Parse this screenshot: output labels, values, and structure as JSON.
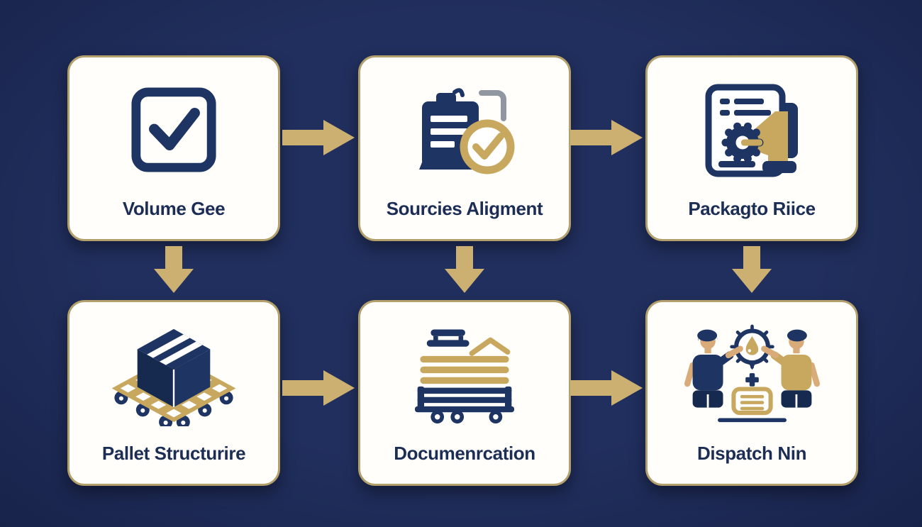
{
  "palette": {
    "background": "#212f5e",
    "background_edge": "#18234a",
    "card_bg": "#fffefa",
    "card_border": "#b3a06a",
    "navy": "#1e3463",
    "navy_dark": "#16294f",
    "gold": "#c7a85e",
    "arrow_gold": "#ccb071",
    "skin": "#d9ab79",
    "gray": "#9097a1",
    "text": "#1c2e55"
  },
  "cards": [
    {
      "label": "Volume Gee",
      "icon": "checkbox-check-icon"
    },
    {
      "label": "Sourcies Aligment",
      "icon": "clipboard-check-icon"
    },
    {
      "label": "Packagto Riice",
      "icon": "document-gear-icon"
    },
    {
      "label": "Pallet Structurire",
      "icon": "pallet-box-icon"
    },
    {
      "label": "Documenrcation",
      "icon": "cargo-cart-icon"
    },
    {
      "label": "Dispatch Nin",
      "icon": "people-handover-icon"
    }
  ],
  "arrows": [
    {
      "direction": "right",
      "from": "Volume Gee",
      "to": "Sourcies Aligment"
    },
    {
      "direction": "right",
      "from": "Sourcies Aligment",
      "to": "Packagto Riice"
    },
    {
      "direction": "down",
      "from": "Volume Gee",
      "to": "Pallet Structurire"
    },
    {
      "direction": "down",
      "from": "Sourcies Aligment",
      "to": "Documenrcation"
    },
    {
      "direction": "down",
      "from": "Packagto Riice",
      "to": "Dispatch Nin"
    },
    {
      "direction": "right",
      "from": "Pallet Structurire",
      "to": "Documenrcation"
    },
    {
      "direction": "right",
      "from": "Documenrcation",
      "to": "Dispatch Nin"
    }
  ]
}
